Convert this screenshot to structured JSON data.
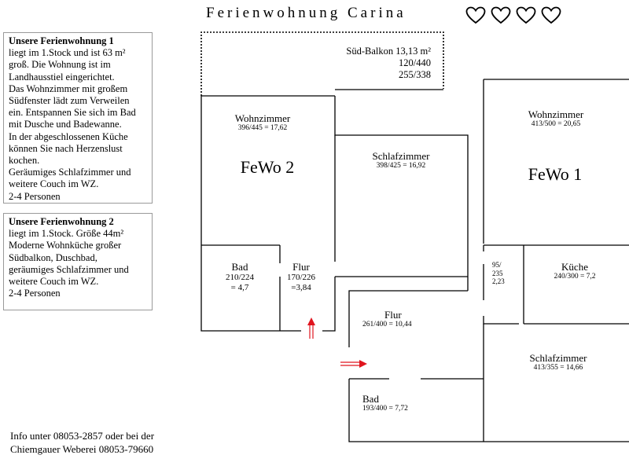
{
  "header": {
    "title": "Ferienwohnung Carina",
    "rating_icons": [
      "heart-outline-icon",
      "heart-outline-icon",
      "heart-outline-icon",
      "heart-outline-icon"
    ]
  },
  "info": {
    "fewo1": {
      "heading": "Unsere Ferienwohnung 1",
      "lines": [
        "liegt im 1.Stock und ist 63 m²",
        "groß. Die Wohnung ist im",
        "Landhausstiel eingerichtet.",
        "Das Wohnzimmer mit großem",
        "Südfenster lädt zum Verweilen",
        "ein. Entspannen Sie sich im Bad",
        "mit Dusche und Badewanne.",
        "In der abgeschlossenen Küche",
        "können Sie nach Herzenslust",
        "kochen.",
        "Geräumiges Schlafzimmer und",
        "weitere Couch im WZ.",
        "2-4 Personen"
      ]
    },
    "fewo2": {
      "heading": "Unsere Ferienwohnung 2",
      "lines": [
        "liegt im 1.Stock. Größe 44m²",
        "Moderne Wohnküche großer",
        "Südbalkon, Duschbad,",
        "geräumiges Schlafzimmer und",
        "weitere Couch im WZ.",
        "2-4 Personen"
      ]
    },
    "contact": {
      "line1": "Info unter 08053-2857 oder bei der",
      "line2": "Chiemgauer Weberei 08053-79660"
    }
  },
  "plan": {
    "balkon": {
      "name": "Süd-Balkon 13,13 m²",
      "dim1": "120/440",
      "dim2": "255/338"
    },
    "fewo2": {
      "label": "FeWo 2",
      "wohnzimmer": {
        "name": "Wohnzimmer",
        "dims": "396/445 = 17,62"
      },
      "schlafzimmer": {
        "name": "Schlafzimmer",
        "dims": "398/425 = 16,92"
      },
      "bad": {
        "name": "Bad",
        "dim1": "210/224",
        "dim2": "= 4,7"
      },
      "flur": {
        "name": "Flur",
        "dim1": "170/226",
        "dim2": "=3,84"
      }
    },
    "fewo1": {
      "label": "FeWo 1",
      "wohnzimmer": {
        "name": "Wohnzimmer",
        "dims": "413/500 = 20,65"
      },
      "kueche": {
        "name": "Küche",
        "dims": "240/300 = 7,2"
      },
      "corridor": {
        "dim1": "95/",
        "dim2": "235",
        "dim3": "2,23"
      },
      "flur": {
        "name": "Flur",
        "dims": "261/400 = 10,44"
      },
      "schlafzimmer": {
        "name": "Schlafzimmer",
        "dims": "413/355 = 14,66"
      },
      "bad": {
        "name": "Bad",
        "dims": "193/400 = 7,72"
      }
    },
    "colors": {
      "walls": "#000000",
      "entrance_arrow": "#e0141e",
      "box_border": "#9a9a9a"
    }
  }
}
